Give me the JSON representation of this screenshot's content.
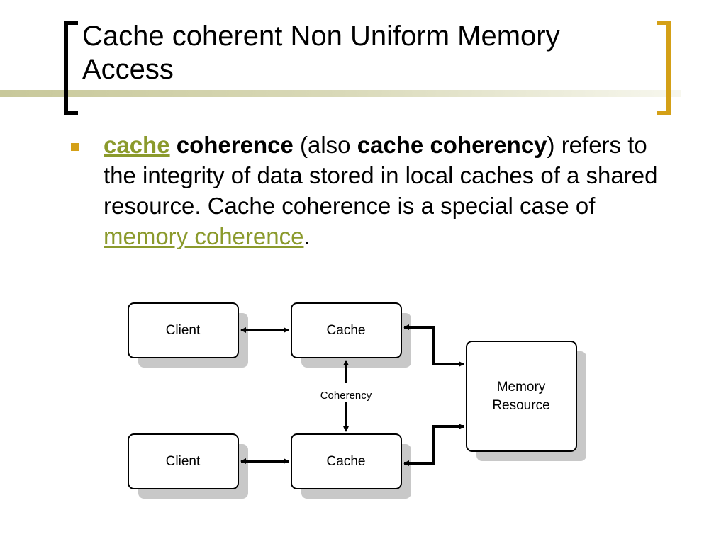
{
  "title": {
    "line1": "Cache coherent Non Uniform Memory",
    "line2": "Access"
  },
  "bullet": {
    "link_cache": "cache",
    "bold_coherence": " coherence",
    "text_also_open": " (also ",
    "bold_cache_coherency": "cache coherency",
    "text_rest": ") refers to the integrity of data stored in local caches of a shared resource. Cache coherence is a special case of ",
    "link_memory_coherence": "memory coherence",
    "text_period": "."
  },
  "diagram": {
    "client_top": "Client",
    "client_bottom": "Client",
    "cache_top": "Cache",
    "cache_bottom": "Cache",
    "coherency_label": "Coherency",
    "memory_line1": "Memory",
    "memory_line2": "Resource"
  },
  "colors": {
    "accent": "#d4a017",
    "link": "#8b9a2c",
    "bullet": "#d4a017",
    "title_rule": "#c8c89a",
    "box_shadow": "#c8c8c8"
  }
}
